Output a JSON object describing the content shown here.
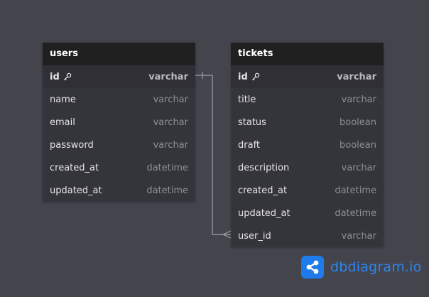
{
  "colors": {
    "background": "#44444d",
    "table_header": "#202020",
    "table_body": "#34343b",
    "pk_row": "#2f2f35",
    "connector": "#a0a0aa",
    "brand": "#1f7aea"
  },
  "tables": [
    {
      "name": "users",
      "fields": [
        {
          "name": "id",
          "type": "varchar",
          "pk": true
        },
        {
          "name": "name",
          "type": "varchar"
        },
        {
          "name": "email",
          "type": "varchar"
        },
        {
          "name": "password",
          "type": "varchar"
        },
        {
          "name": "created_at",
          "type": "datetime"
        },
        {
          "name": "updated_at",
          "type": "datetime"
        }
      ]
    },
    {
      "name": "tickets",
      "fields": [
        {
          "name": "id",
          "type": "varchar",
          "pk": true
        },
        {
          "name": "title",
          "type": "varchar"
        },
        {
          "name": "status",
          "type": "boolean"
        },
        {
          "name": "draft",
          "type": "boolean"
        },
        {
          "name": "description",
          "type": "varchar"
        },
        {
          "name": "created_at",
          "type": "datetime"
        },
        {
          "name": "updated_at",
          "type": "datetime"
        },
        {
          "name": "user_id",
          "type": "varchar"
        }
      ]
    }
  ],
  "relationships": [
    {
      "from_table": "users",
      "from_field": "id",
      "from_cardinality": "one",
      "to_table": "tickets",
      "to_field": "user_id",
      "to_cardinality": "many"
    }
  ],
  "logo": {
    "text": "dbdiagram.io",
    "icon": "share-nodes-icon"
  }
}
